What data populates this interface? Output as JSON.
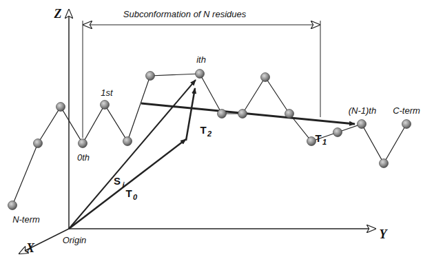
{
  "diagram": {
    "labels": [
      "Subconformation of N residues",
      "Z",
      "ith",
      "1st",
      "0th",
      "(N-1)th",
      "C-term",
      "N-term",
      "S",
      "i",
      "T",
      "0",
      "T",
      "2",
      "T",
      "1",
      "Origin",
      "Y",
      "X"
    ]
  }
}
